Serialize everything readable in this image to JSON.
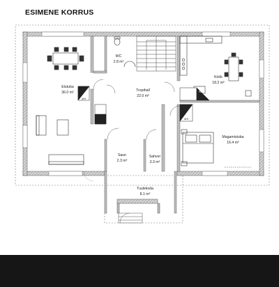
{
  "title": "ESIMENE KORRUS",
  "rooms": {
    "elutuba": {
      "name": "Elutuba",
      "area": "36.0 m²"
    },
    "wc": {
      "name": "WC",
      "area": "2.8 m²"
    },
    "trepihall": {
      "name": "Trepihall",
      "area": "22.0 m²"
    },
    "kook": {
      "name": "Köök",
      "area": "18.2 m²"
    },
    "magamis": {
      "name": "Magamistuba",
      "area": "16.4 m²"
    },
    "saun": {
      "name": "Saun",
      "area": "2.3 m²"
    },
    "sahver": {
      "name": "Sahver",
      "area": "3.3 m²"
    },
    "tuulekoda": {
      "name": "Tuulekoda",
      "area": "8.1 m²"
    }
  },
  "tags": {
    "ahi": "AHI",
    "plit": "PLIIT",
    "ahi2": "AHI",
    "ahi3": "AHI"
  },
  "colors": {
    "wall": "#9a9a9a",
    "wall_hatch": "#bdbdbd",
    "line": "#333333",
    "footer": "#161616"
  }
}
